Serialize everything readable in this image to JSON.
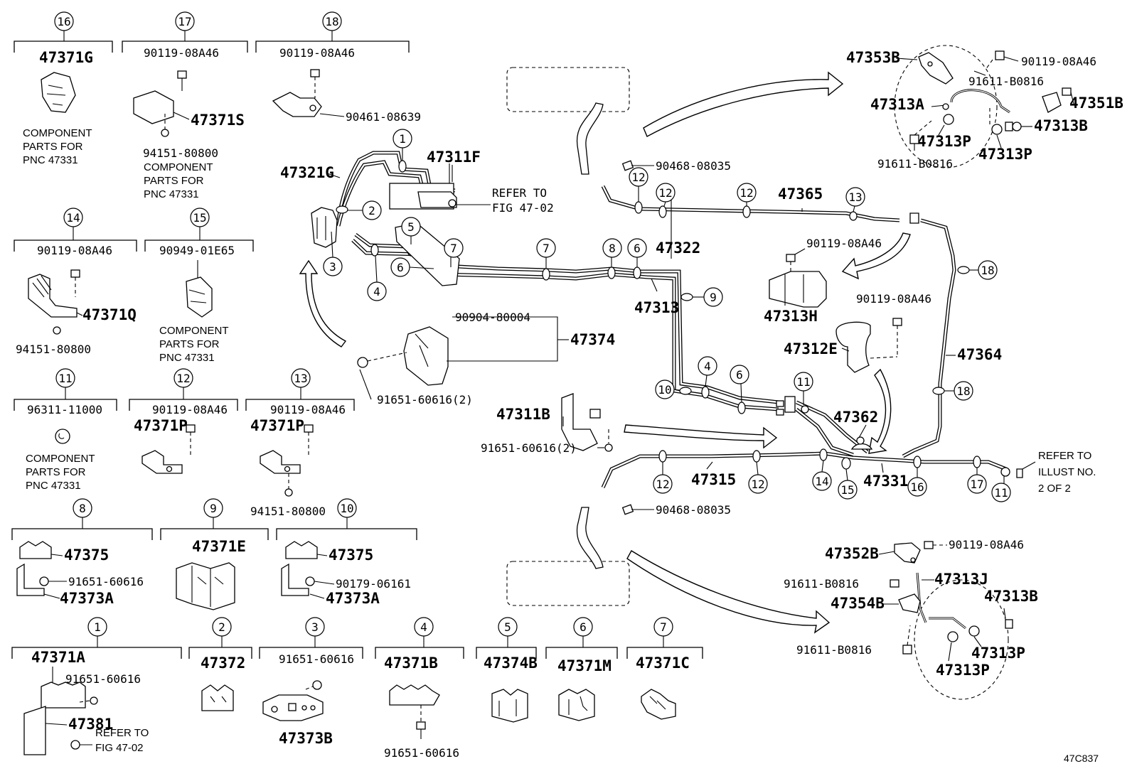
{
  "figure_id": "47C837",
  "legend": {
    "g16": {
      "num": "16",
      "parts": [
        "47371G"
      ],
      "note": [
        "COMPONENT",
        "PARTS FOR",
        "PNC 47331"
      ]
    },
    "g17": {
      "num": "17",
      "parts": [
        "90119-08A46",
        "47371S",
        "94151-80800"
      ],
      "note": [
        "COMPONENT",
        "PARTS FOR",
        "PNC 47331"
      ]
    },
    "g18": {
      "num": "18",
      "parts": [
        "90119-08A46",
        "90461-08639"
      ]
    },
    "g14": {
      "num": "14",
      "parts": [
        "90119-08A46",
        "47371Q",
        "94151-80800"
      ]
    },
    "g15": {
      "num": "15",
      "parts": [
        "90949-01E65"
      ],
      "note": [
        "COMPONENT",
        "PARTS FOR",
        "PNC 47331"
      ]
    },
    "g11": {
      "num": "11",
      "parts": [
        "96311-11000"
      ],
      "note": [
        "COMPONENT",
        "PARTS FOR",
        "PNC 47331"
      ]
    },
    "g12": {
      "num": "12",
      "parts": [
        "90119-08A46",
        "47371P"
      ]
    },
    "g13": {
      "num": "13",
      "parts": [
        "90119-08A46",
        "47371P",
        "94151-80800"
      ]
    },
    "g8": {
      "num": "8",
      "parts": [
        "47375",
        "91651-60616",
        "47373A"
      ]
    },
    "g9": {
      "num": "9",
      "parts": [
        "47371E"
      ]
    },
    "g10": {
      "num": "10",
      "parts": [
        "47375",
        "90179-06161",
        "47373A"
      ]
    },
    "g1": {
      "num": "1",
      "parts": [
        "47371A",
        "91651-60616",
        "47381"
      ],
      "note": [
        "REFER TO",
        "FIG 47-02"
      ]
    },
    "g2": {
      "num": "2",
      "parts": [
        "47372"
      ]
    },
    "g3": {
      "num": "3",
      "parts": [
        "91651-60616",
        "47373B"
      ]
    },
    "g4": {
      "num": "4",
      "parts": [
        "47371B",
        "91651-60616"
      ]
    },
    "g5": {
      "num": "5",
      "parts": [
        "47374B"
      ]
    },
    "g6": {
      "num": "6",
      "parts": [
        "47371M"
      ]
    },
    "g7": {
      "num": "7",
      "parts": [
        "47371C"
      ]
    }
  },
  "main": {
    "p47321G": "47321G",
    "p47311F": "47311F",
    "refer_fig": [
      "REFER TO",
      "FIG 47-02"
    ],
    "p90904": "90904-80004",
    "p47374": "47374",
    "p91651_2a": "91651-60616(2)",
    "p47322": "47322",
    "p47313": "47313",
    "p47311B": "47311B",
    "p91651_2b": "91651-60616(2)",
    "p90468a": "90468-08035",
    "p47365": "47365",
    "p90119_h": "90119-08A46",
    "p47313H": "47313H",
    "p90119_e": "90119-08A46",
    "p47312E": "47312E",
    "p47364": "47364",
    "p47362": "47362",
    "p47315": "47315",
    "p47331": "47331",
    "refer_illust": [
      "REFER TO",
      "ILLUST NO.",
      "2 OF 2"
    ],
    "p90468b": "90468-08035"
  },
  "detail_top": {
    "p47353B": "47353B",
    "p90119": "90119-08A46",
    "p91611a": "91611-B0816",
    "p47313A": "47313A",
    "p47351B": "47351B",
    "p47313B": "47313B",
    "p47313P_a": "47313P",
    "p47313P_b": "47313P",
    "p91611b": "91611-B0816"
  },
  "detail_bottom": {
    "p47352B": "47352B",
    "p90119": "90119-08A46",
    "p91611a": "91611-B0816",
    "p47313J": "47313J",
    "p47354B": "47354B",
    "p47313B": "47313B",
    "p91611b": "91611-B0816",
    "p47313P_a": "47313P",
    "p47313P_b": "47313P"
  },
  "callouts": {
    "c1": "1",
    "c2": "2",
    "c3": "3",
    "c4": "4",
    "c5": "5",
    "c6": "6",
    "c7": "7",
    "c8": "8",
    "c9": "9",
    "c10": "10",
    "c11": "11",
    "c12": "12",
    "c13": "13",
    "c14": "14",
    "c15": "15",
    "c16": "16",
    "c17": "17",
    "c18": "18"
  }
}
